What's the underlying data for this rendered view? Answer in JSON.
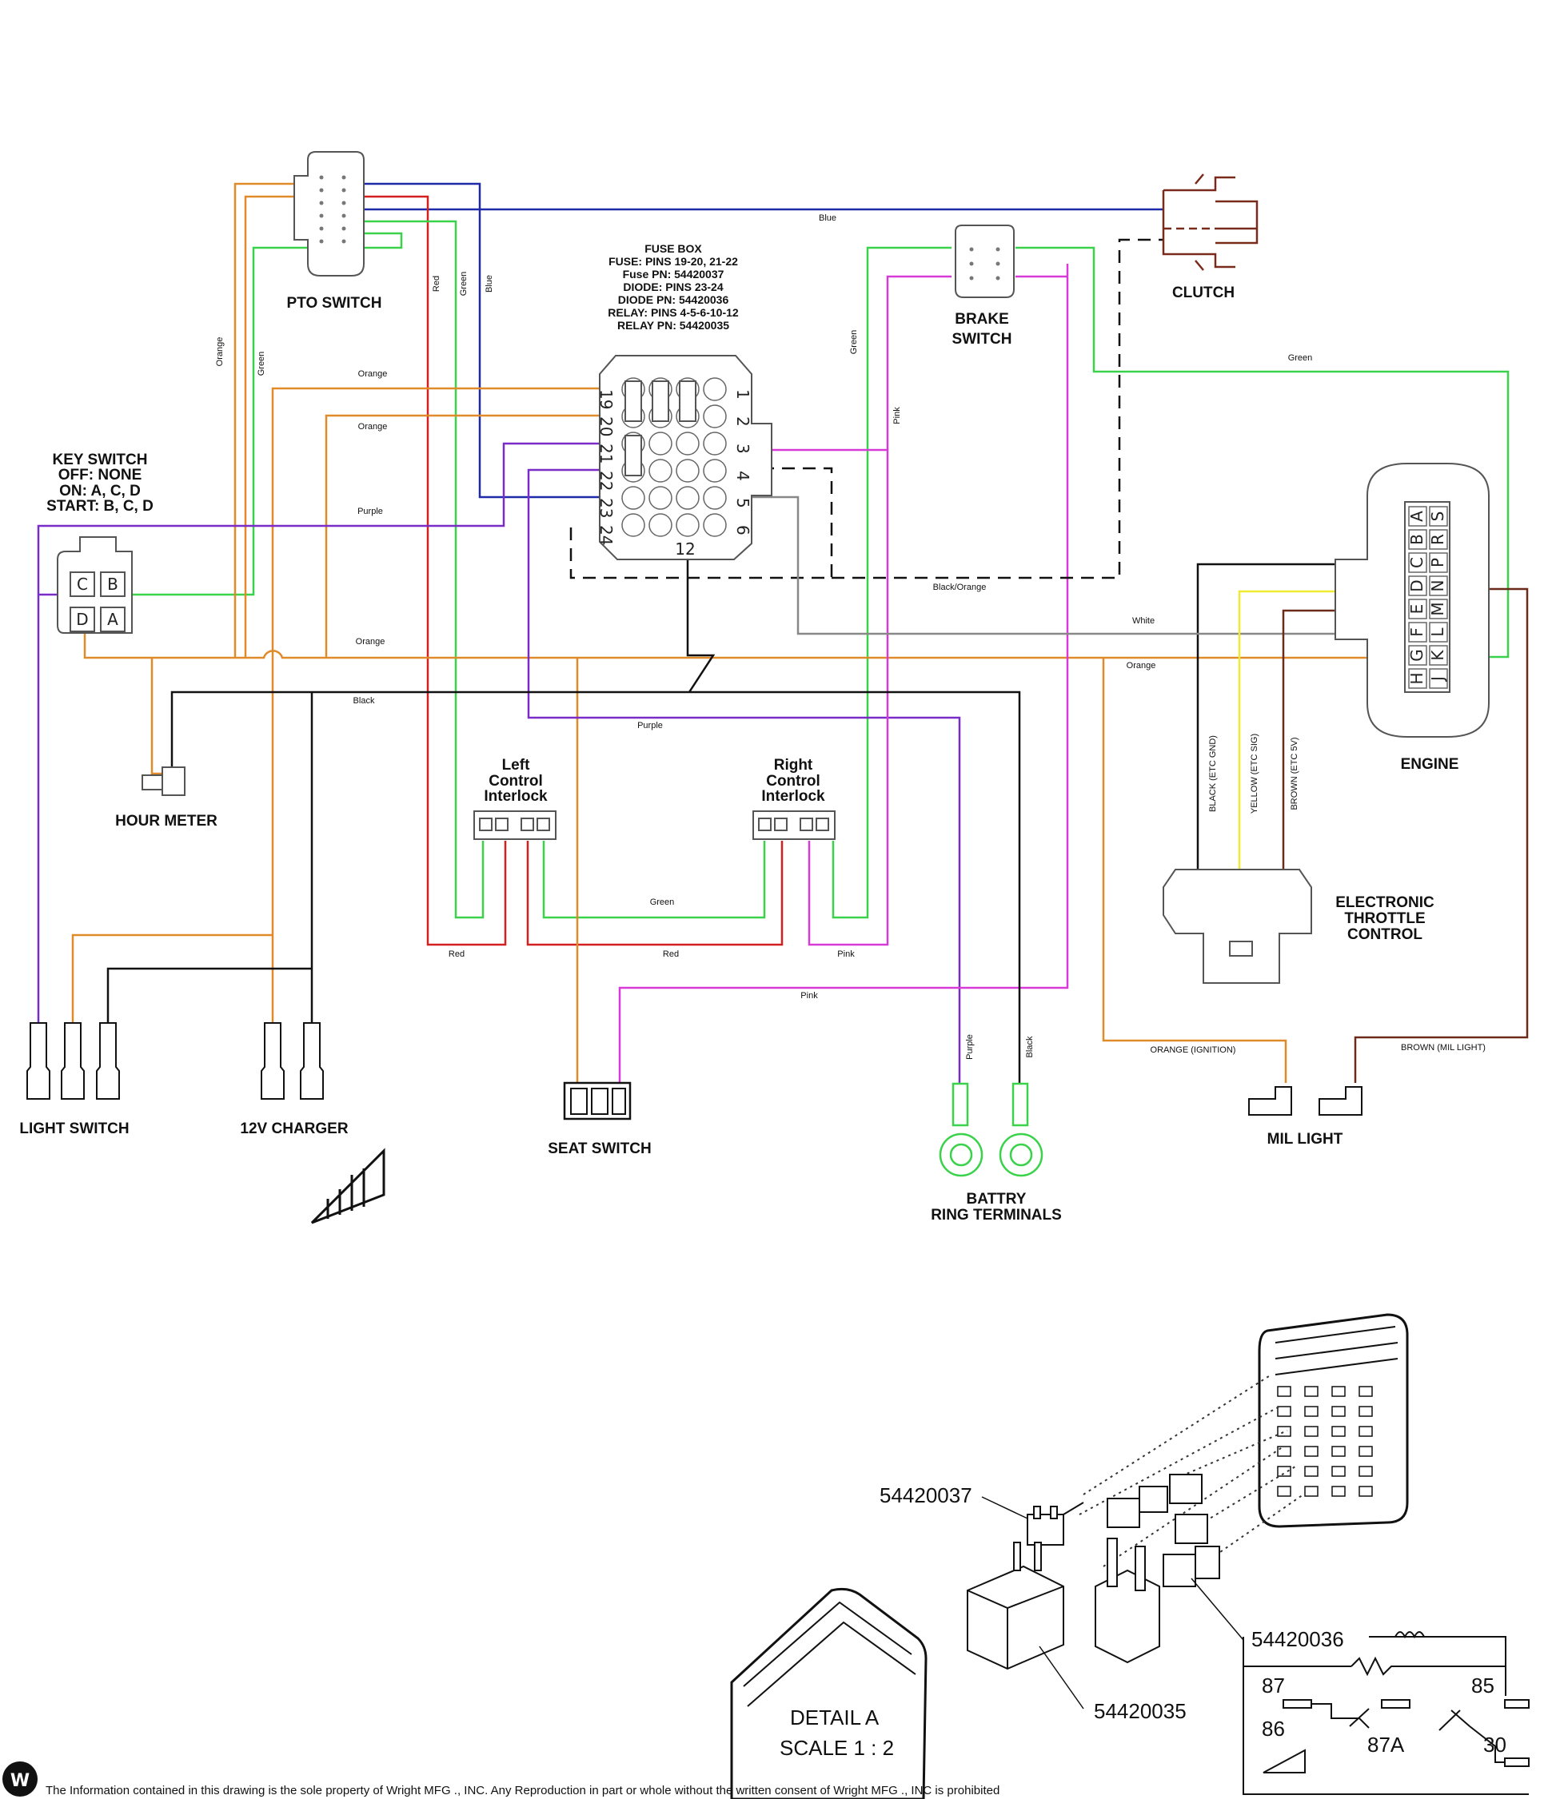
{
  "colors": {
    "orange": "#e08a2a",
    "green": "#3ad24a",
    "blue": "#1f2aa8",
    "red": "#d42020",
    "purple": "#7a2cc8",
    "pink": "#d83ad8",
    "black": "#111111",
    "brown": "#6b2a1a",
    "yellow": "#f0ea30",
    "gray": "#777777",
    "clutch": "#7a2a1a"
  },
  "components": {
    "pto_switch": "PTO SWITCH",
    "fuse_box": [
      "FUSE BOX",
      "FUSE: PINS 19-20, 21-22",
      "Fuse PN: 54420037",
      "DIODE: PINS 23-24",
      "DIODE PN: 54420036",
      "RELAY: PINS 4-5-6-10-12",
      "RELAY PN: 54420035"
    ],
    "clutch": "CLUTCH",
    "brake_switch": [
      "BRAKE",
      "SWITCH"
    ],
    "key_switch": [
      "KEY SWITCH",
      "OFF: NONE",
      "ON: A, C, D",
      "START: B, C, D"
    ],
    "engine": "ENGINE",
    "hour_meter": "HOUR METER",
    "left_interlock": [
      "Left",
      "Control",
      "Interlock"
    ],
    "right_interlock": [
      "Right",
      "Control",
      "Interlock"
    ],
    "etc": [
      "ELECTRONIC",
      "THROTTLE",
      "CONTROL"
    ],
    "light_switch": "LIGHT SWITCH",
    "charger": "12V CHARGER",
    "seat_switch": "SEAT SWITCH",
    "battery": [
      "BATTRY",
      "RING TERMINALS"
    ],
    "mil_light": "MIL LIGHT"
  },
  "key_pins": [
    "C",
    "B",
    "D",
    "A"
  ],
  "engine_pins": {
    "left": [
      "H",
      "G",
      "F",
      "E",
      "D",
      "C",
      "B",
      "A"
    ],
    "right": [
      "J",
      "K",
      "L",
      "M",
      "N",
      "P",
      "R",
      "S"
    ]
  },
  "fuse_numbers": {
    "left": [
      "19",
      "20",
      "21",
      "22",
      "23",
      "24"
    ],
    "right": [
      "1",
      "2",
      "3",
      "4",
      "5",
      "6"
    ],
    "bottom": "12"
  },
  "wire_labels": {
    "blue": "Blue",
    "green": "Green",
    "orange": "Orange",
    "red": "Red",
    "purple": "Purple",
    "pink": "Pink",
    "black": "Black",
    "white": "White",
    "black_orange": "Black/Orange",
    "etc_gnd": "BLACK (ETC GND)",
    "etc_sig": "YELLOW (ETC SIG)",
    "etc_5v": "BROWN (ETC 5V)",
    "ignition": "ORANGE (IGNITION)",
    "mil": "BROWN (MIL LIGHT)"
  },
  "detail": {
    "fuse_pn": "54420037",
    "diode_pn": "54420036",
    "relay_pn": "54420035",
    "relay_pins": [
      "87",
      "85",
      "86",
      "87A",
      "30"
    ],
    "title": "DETAIL A",
    "scale": "SCALE 1 : 2"
  },
  "footer": "The Information contained in this drawing is the sole property of Wright MFG ., INC. Any Reproduction in part or whole without the written consent of Wright MFG ., INC is prohibited"
}
